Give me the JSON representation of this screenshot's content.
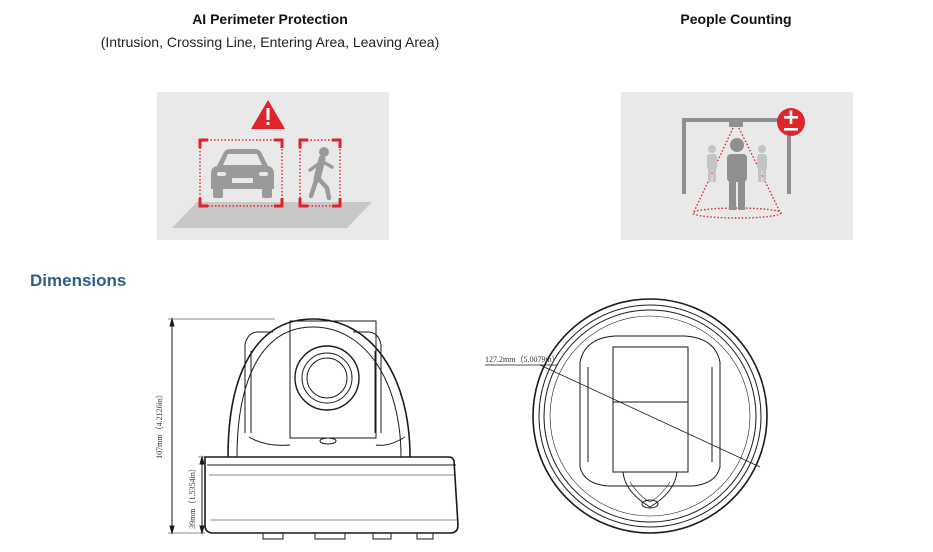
{
  "features": [
    {
      "title": "AI Perimeter Protection",
      "subtitle": "(Intrusion, Crossing Line, Entering Area, Leaving Area)"
    },
    {
      "title": "People Counting"
    }
  ],
  "section": {
    "heading": "Dimensions"
  },
  "dimensions": {
    "height_total": "107mm（4.2126in）",
    "height_base": "39mm（1.5354in）",
    "diameter": "127.2mm（5.0079in）"
  },
  "icons": {
    "warning": "warning-triangle-icon",
    "car": "car-icon",
    "person": "person-icon",
    "counter": "plus-minus-icon",
    "camera": "camera-icon"
  },
  "colors": {
    "accent": "#e0242b",
    "heading": "#2e5d8c",
    "panel": "#e9e9e9"
  }
}
